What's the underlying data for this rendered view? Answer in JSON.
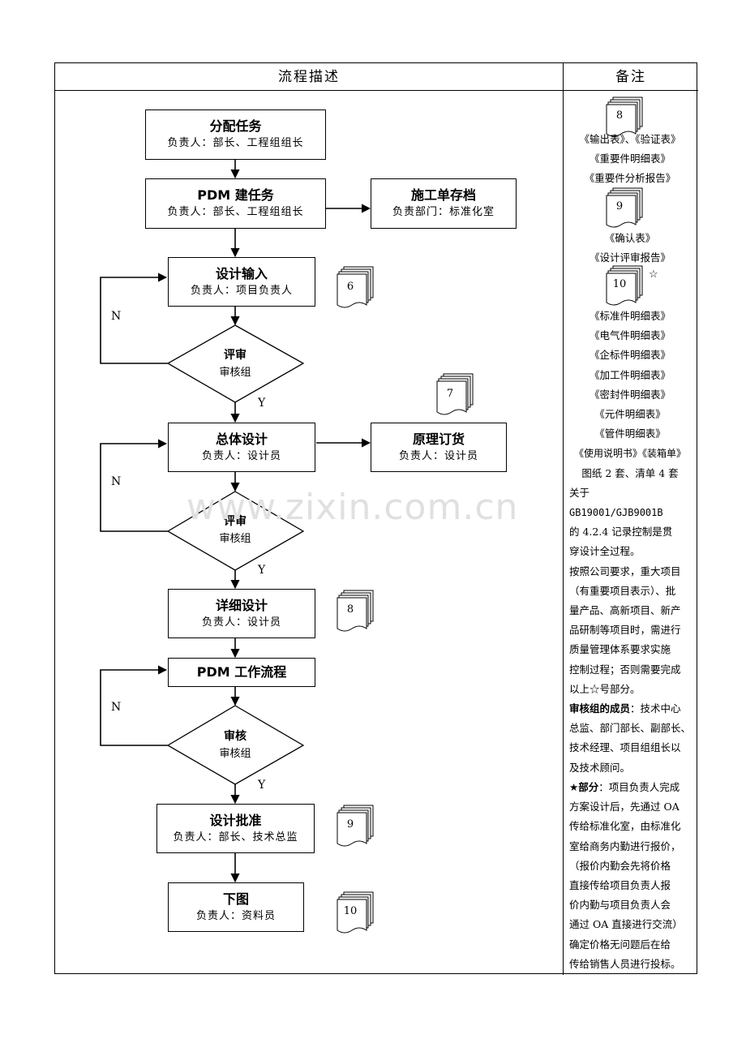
{
  "header": {
    "left": "流程描述",
    "right": "备注"
  },
  "flow": {
    "assign": {
      "title": "分配任务",
      "sub": "负责人：部长、工程组组长"
    },
    "pdm_task": {
      "title": "PDM 建任务",
      "sub": "负责人：部长、工程组组长"
    },
    "archive": {
      "title": "施工单存档",
      "sub": "负责部门：标准化室"
    },
    "design_input": {
      "title": "设计输入",
      "sub": "负责人：项目负责人"
    },
    "review1": {
      "title": "评审",
      "sub": "审核组"
    },
    "overall": {
      "title": "总体设计",
      "sub": "负责人：设计员"
    },
    "order": {
      "title": "原理订货",
      "sub": "负责人：设计员"
    },
    "review2": {
      "title": "评审",
      "sub": "审核组"
    },
    "detail": {
      "title": "详细设计",
      "sub": "负责人：设计员"
    },
    "pdm_flow": {
      "title": "PDM 工作流程"
    },
    "audit": {
      "title": "审核",
      "sub": "审核组"
    },
    "approve": {
      "title": "设计批准",
      "sub": "负责人：部长、技术总监"
    },
    "release": {
      "title": "下图",
      "sub": "负责人：资料员"
    },
    "labels": {
      "no": "N",
      "yes": "Y"
    },
    "docs": {
      "d6": "6",
      "d7": "7",
      "d8": "8",
      "d9": "9",
      "d10": "10"
    }
  },
  "notes": {
    "doc8": "8",
    "doc9": "9",
    "doc10": "10",
    "star_mark": "☆",
    "group8": [
      "《输出表》、《验证表》",
      "《重要件明细表》",
      "《重要件分析报告》"
    ],
    "group9": [
      "《确认表》",
      "《设计评审报告》"
    ],
    "group10": [
      "《标准件明细表》",
      "《电气件明细表》",
      "《企标件明细表》",
      "《加工件明细表》",
      "《密封件明细表》",
      "《元件明细表》",
      "《管件明细表》",
      "《使用说明书》《装箱单》",
      "图纸 2 套、清单 4 套"
    ],
    "para1_lines": [
      "关于",
      "GB19001/GJB9001B",
      "的 4.2.4 记录控制是贯",
      "穿设计全过程。"
    ],
    "para2_lines": [
      "按照公司要求，重大项目",
      "（有重要项目表示）、批",
      "量产品、高新项目、新产",
      "品研制等项目时，需进行",
      "质量管理体系要求实施",
      "控制过程；否则需要完成",
      "以上☆号部分。"
    ],
    "para3_head": "审核组的成员",
    "para3_lines": [
      "：技术中心",
      "总监、部门部长、副部长、",
      "技术经理、项目组组长以",
      "及技术顾问。"
    ],
    "para4_head": "★部分",
    "para4_lines": [
      "：项目负责人完成",
      "方案设计后，先通过 OA",
      "传给标准化室，由标准化",
      "室给商务内勤进行报价，",
      "（报价内勤会先将价格",
      "直接传给项目负责人报",
      "价内勤与项目负责人会",
      "通过 OA 直接进行交流）",
      "确定价格无问题后在给",
      "传给销售人员进行投标。"
    ]
  },
  "watermark": "www.zixin.com.cn"
}
